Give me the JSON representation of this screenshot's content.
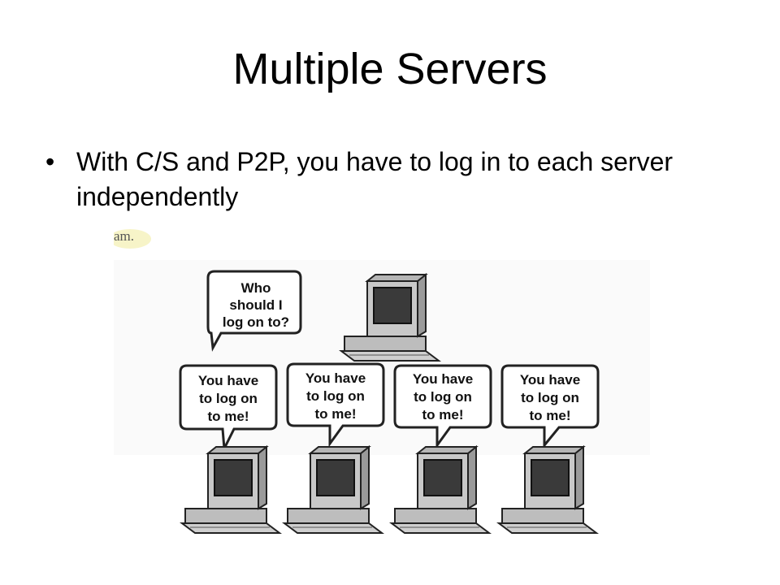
{
  "slide": {
    "title": "Multiple Servers",
    "bullet_glyph": "•",
    "bullet": "With C/S and P2P, you have to log in to each server independently"
  },
  "figure": {
    "scan_fragment": "am.",
    "client_bubble": [
      "Who",
      "should I",
      "log on to?"
    ],
    "server_bubbles": [
      [
        "You have",
        "to log on",
        "to me!"
      ],
      [
        "You have",
        "to log on",
        "to me!"
      ],
      [
        "You have",
        "to log on",
        "to me!"
      ],
      [
        "You have",
        "to log on",
        "to me!"
      ]
    ]
  }
}
